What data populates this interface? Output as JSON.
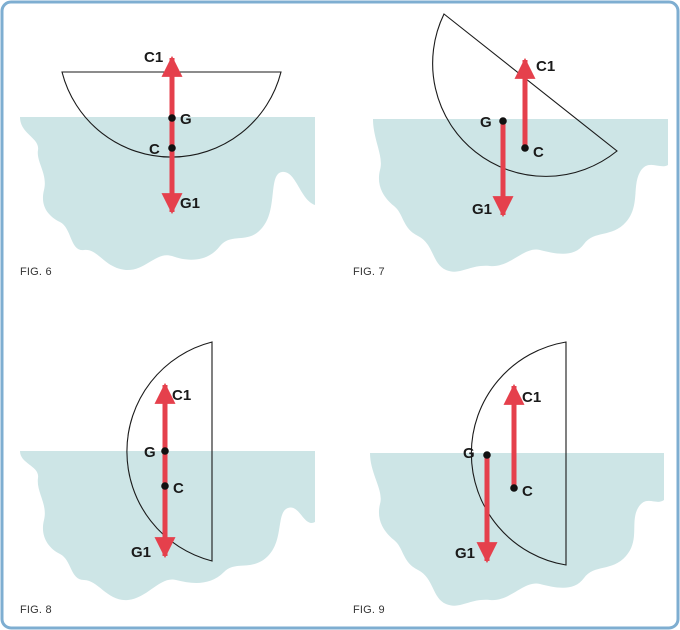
{
  "colors": {
    "frame": "#7eaed1",
    "water": "#cde5e6",
    "arrow": "#e5404c",
    "outline": "#1a1a1a"
  },
  "figures": [
    {
      "caption": "FIG. 6",
      "labels": {
        "c1": "C1",
        "g": "G",
        "c": "C",
        "g1": "G1"
      }
    },
    {
      "caption": "FIG. 7",
      "labels": {
        "c1": "C1",
        "g": "G",
        "c": "C",
        "g1": "G1"
      }
    },
    {
      "caption": "FIG. 8",
      "labels": {
        "c1": "C1",
        "g": "G",
        "c": "C",
        "g1": "G1"
      }
    },
    {
      "caption": "FIG. 9",
      "labels": {
        "c1": "C1",
        "g": "G",
        "c": "C",
        "g1": "G1"
      }
    }
  ]
}
